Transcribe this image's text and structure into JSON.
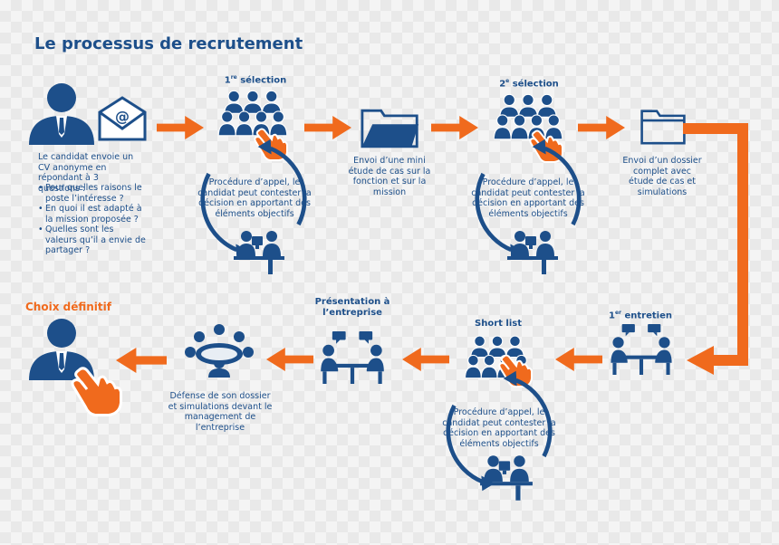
{
  "title": "Le processus de recrutement",
  "colors": {
    "blue": "#1d4f8a",
    "orange": "#f06a1d",
    "background": "#f4f4f4"
  },
  "steps": {
    "candidate": {
      "intro": "Le candidat envoie un CV anonyme en répondant à 3 questions :",
      "questions": [
        "Pour quelles raisons le poste l’intéresse ?",
        "En quoi il est adapté à la mission proposée ?",
        "Quelles sont les valeurs qu’il a envie de partager ?"
      ]
    },
    "selection1": {
      "label_num": "1",
      "label_sup": "re",
      "label_rest": " sélection",
      "cycle_text": "Procédure d’appel, le candidat peut contester la décision en apportant des éléments objectifs"
    },
    "mini_case": {
      "text": "Envoi d’une mini étude de cas sur la fonction et sur la mission"
    },
    "selection2": {
      "label_num": "2",
      "label_sup": "e",
      "label_rest": " sélection",
      "cycle_text": "Procédure d’appel, le candidat peut contester la décision en apportant des éléments objectifs"
    },
    "full_case": {
      "text": "Envoi d’un dossier complet avec étude de cas et simulations"
    },
    "interview1": {
      "label_num": "1",
      "label_sup": "er",
      "label_rest": " entretien"
    },
    "short_list": {
      "label": "Short list",
      "cycle_text": "Procédure d’appel, le candidat peut contester la décision en apportant des éléments objectifs"
    },
    "presentation": {
      "label": "Présentation à l’entreprise"
    },
    "defense": {
      "text": "Défense de son dossier et simulations devant le management de l’entreprise"
    },
    "final_choice": {
      "label": "Choix définitif"
    }
  },
  "icons": [
    "candidate-person-icon",
    "envelope-at-icon",
    "group-selection-icon",
    "hand-pointer-icon",
    "cycle-arrows-icon",
    "interview-desk-icon",
    "folder-open-icon",
    "folder-closed-icon",
    "meeting-table-icon",
    "presentation-icon"
  ]
}
